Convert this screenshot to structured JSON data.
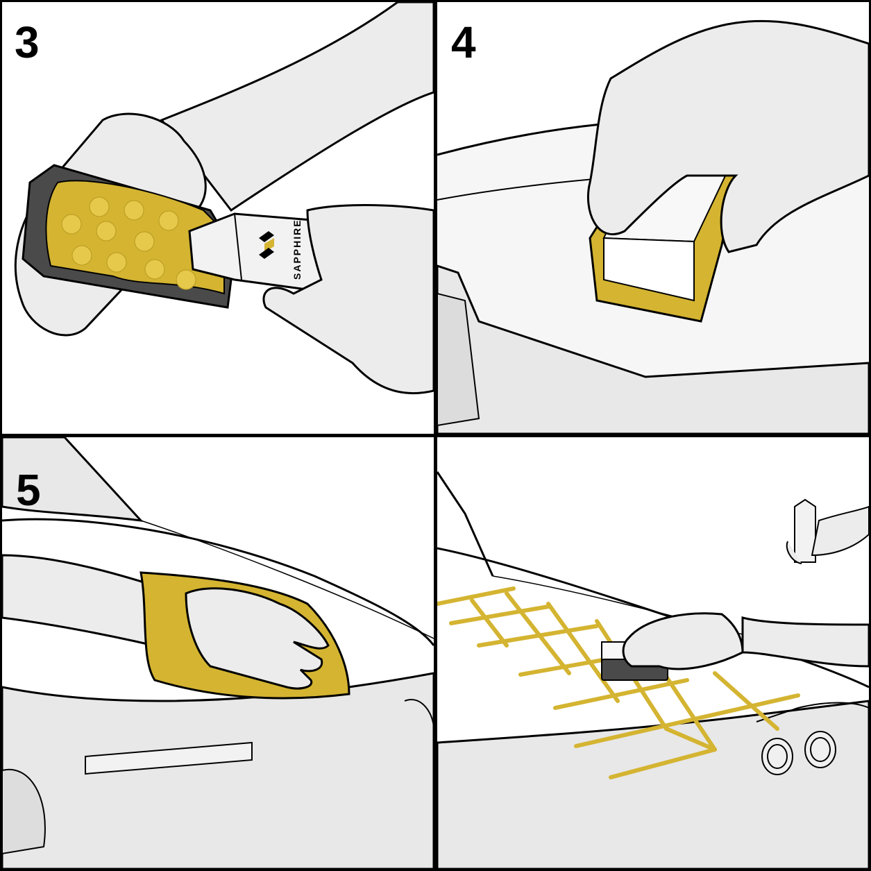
{
  "steps": [
    {
      "number": "3"
    },
    {
      "number": "4"
    },
    {
      "number": "5"
    },
    {
      "number": ""
    }
  ],
  "product": {
    "brand": "SAPPHIRE"
  },
  "colors": {
    "accent": "#D4B431",
    "accent_dark": "#B89A1E",
    "glove": "#ECECEC",
    "car": "#E8E8E8",
    "applicator": "#4A4A4A",
    "outline": "#000000"
  }
}
